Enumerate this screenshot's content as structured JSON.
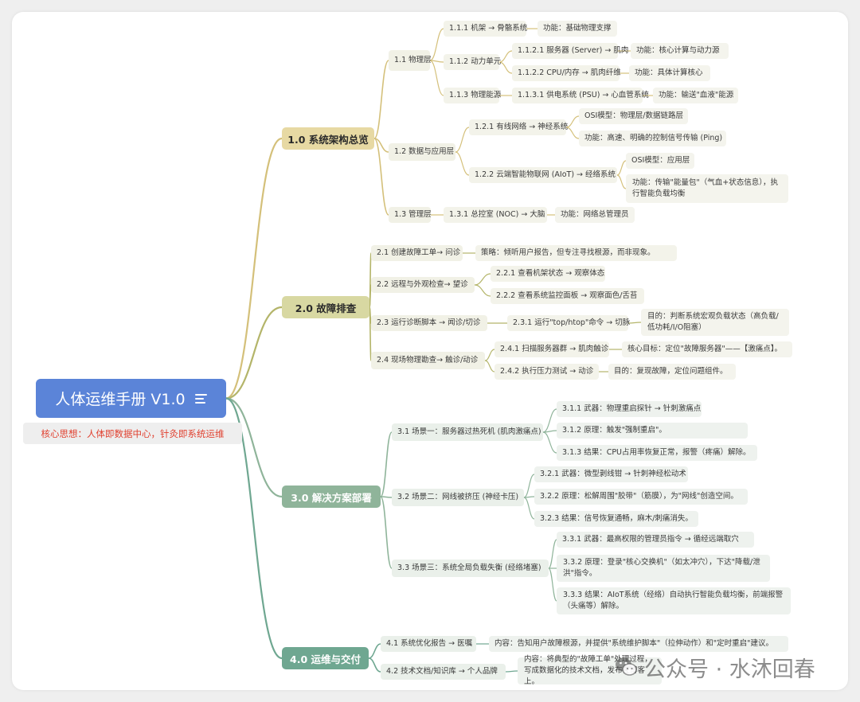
{
  "colors": {
    "branch1": "#d4c07a",
    "branch2": "#b4b56a",
    "branch3": "#8fb49a",
    "branch4": "#6fa791",
    "root": "#5b84d8",
    "core_text": "#e0402f"
  },
  "root": {
    "title": "人体运维手册 V1.0",
    "icon": "hamburger-menu-icon"
  },
  "core": "核心思想：人体即数据中心，针灸即系统运维",
  "watermark": {
    "icon": "wechat-icon",
    "text": "公众号 · 水沐回春"
  },
  "branches": [
    {
      "label": "1.0 系统架构总览",
      "children": [
        {
          "label": "1.1 物理层",
          "children": [
            {
              "label": "1.1.1 机架 → 骨骼系统",
              "children": [
                {
                  "label": "功能：基础物理支撑"
                }
              ]
            },
            {
              "label": "1.1.2 动力单元",
              "children": [
                {
                  "label": "1.1.2.1 服务器 (Server) → 肌肉",
                  "children": [
                    {
                      "label": "功能：核心计算与动力源"
                    }
                  ]
                },
                {
                  "label": "1.1.2.2 CPU/内存 → 肌肉纤维",
                  "children": [
                    {
                      "label": "功能：具体计算核心"
                    }
                  ]
                }
              ]
            },
            {
              "label": "1.1.3 物理能源",
              "children": [
                {
                  "label": "1.1.3.1 供电系统 (PSU) → 心血管系统",
                  "children": [
                    {
                      "label": "功能：输送\"血液\"能源"
                    }
                  ]
                }
              ]
            }
          ]
        },
        {
          "label": "1.2 数据与应用层",
          "children": [
            {
              "label": "1.2.1 有线网络 → 神经系统",
              "children": [
                {
                  "label": "OSI模型：物理层/数据链路层"
                },
                {
                  "label": "功能：高速、明确的控制信号传输 (Ping)"
                }
              ]
            },
            {
              "label": "1.2.2 云端智能物联网 (AIoT) → 经络系统",
              "children": [
                {
                  "label": "OSI模型：应用层"
                },
                {
                  "label": "功能：传输\"能量包\"（气血+状态信息），执行智能负载均衡"
                }
              ]
            }
          ]
        },
        {
          "label": "1.3 管理层",
          "children": [
            {
              "label": "1.3.1 总控室 (NOC) → 大脑",
              "children": [
                {
                  "label": "功能：网络总管理员"
                }
              ]
            }
          ]
        }
      ]
    },
    {
      "label": "2.0 故障排查",
      "children": [
        {
          "label": "2.1 创建故障工单→ 问诊",
          "children": [
            {
              "label": "策略：倾听用户报告，但专注寻找根源，而非现象。"
            }
          ]
        },
        {
          "label": "2.2 远程与外观检查→ 望诊",
          "children": [
            {
              "label": "2.2.1 查看机架状态 → 观察体态"
            },
            {
              "label": "2.2.2 查看系统监控面板 → 观察面色/舌苔"
            }
          ]
        },
        {
          "label": "2.3 运行诊断脚本 → 闻诊/切诊",
          "children": [
            {
              "label": "2.3.1 运行\"top/htop\"命令 → 切脉",
              "children": [
                {
                  "label": "目的：判断系统宏观负载状态（高负载/低功耗/I/O阻塞）"
                }
              ]
            }
          ]
        },
        {
          "label": "2.4 现场物理勘查→ 触诊/动诊",
          "children": [
            {
              "label": "2.4.1 扫描服务器群 → 肌肉触诊",
              "children": [
                {
                  "label": "核心目标：定位\"故障服务器\"——【激痛点】。"
                }
              ]
            },
            {
              "label": "2.4.2 执行压力测试 → 动诊",
              "children": [
                {
                  "label": "目的：复现故障，定位问题组件。"
                }
              ]
            }
          ]
        }
      ]
    },
    {
      "label": "3.0 解决方案部署",
      "children": [
        {
          "label": "3.1 场景一：服务器过热死机 (肌肉激痛点)",
          "children": [
            {
              "label": "3.1.1 武器：物理重启探针 → 针刺激痛点"
            },
            {
              "label": "3.1.2 原理：触发\"强制重启\"。"
            },
            {
              "label": "3.1.3 结果：CPU占用率恢复正常，报警（疼痛）解除。"
            }
          ]
        },
        {
          "label": "3.2 场景二：网线被挤压 (神经卡压)",
          "children": [
            {
              "label": "3.2.1 武器：微型剥线钳 → 针刺神经松动术"
            },
            {
              "label": "3.2.2 原理：松解周围\"胶带\"（筋膜），为\"网线\"创造空间。"
            },
            {
              "label": "3.2.3 结果：信号恢复通畅，麻木/刺痛消失。"
            }
          ]
        },
        {
          "label": "3.3 场景三：系统全局负载失衡 (经络堵塞)",
          "children": [
            {
              "label": "3.3.1 武器：最高权限的管理员指令 → 循经远端取穴"
            },
            {
              "label": "3.3.2 原理：登录\"核心交换机\"（如太冲穴），下达\"降载/泄洪\"指令。"
            },
            {
              "label": "3.3.3 结果：AIoT系统（经络）自动执行智能负载均衡，前端报警（头痛等）解除。"
            }
          ]
        }
      ]
    },
    {
      "label": "4.0 运维与交付",
      "children": [
        {
          "label": "4.1 系统优化报告 → 医嘱",
          "children": [
            {
              "label": "内容：告知用户故障根源，并提供\"系统维护脚本\"（拉伸动作）和\"定时重启\"建议。"
            }
          ]
        },
        {
          "label": "4.2 技术文档/知识库 → 个人品牌",
          "children": [
            {
              "label": "内容：将典型的\"故障工单\"处理过程，写成数据化的技术文档，发布在博客上。"
            }
          ]
        }
      ]
    }
  ]
}
